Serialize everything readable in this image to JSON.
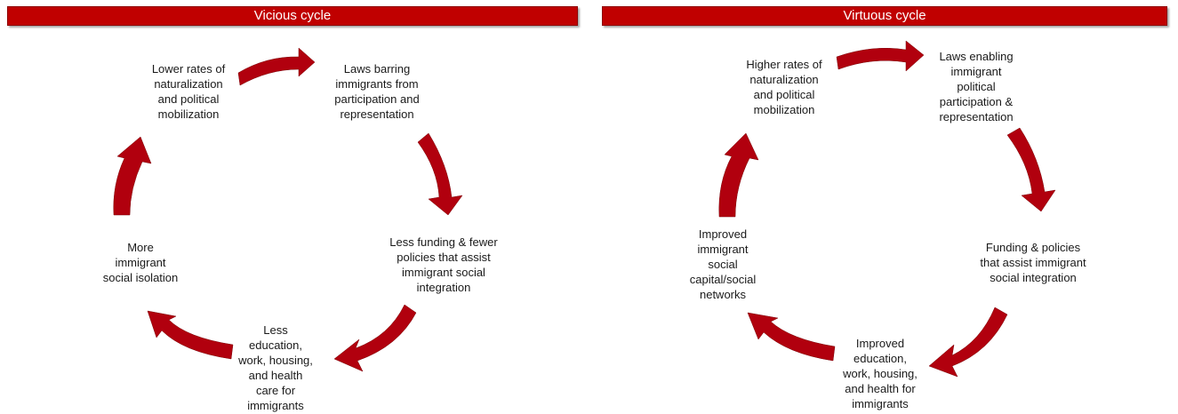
{
  "colors": {
    "accent": "#b1000e",
    "header_bg": "#c00000",
    "header_text": "#ffffff",
    "text": "#1a1a1a"
  },
  "vicious": {
    "title": "Vicious  cycle",
    "nodes": {
      "top_left": "Lower rates of\nnaturalization\nand political\nmobilization",
      "top_right": "Laws barring\nimmigrants from\nparticipation and\nrepresentation",
      "right": "Less funding & fewer\npolicies that assist\nimmigrant social\nintegration",
      "bottom": "Less\neducation,\nwork, housing,\nand health\ncare for\nimmigrants",
      "left": "More\nimmigrant\nsocial isolation"
    }
  },
  "virtuous": {
    "title": "Virtuous cycle",
    "nodes": {
      "top_left": "Higher rates of\nnaturalization\nand political\nmobilization",
      "top_right": "Laws enabling\nimmigrant\npolitical\nparticipation &\nrepresentation",
      "right": "Funding & policies\nthat assist immigrant\nsocial integration",
      "bottom": "Improved\neducation,\nwork, housing,\nand health for\nimmigrants",
      "left": "Improved\nimmigrant\nsocial\ncapital/social\nnetworks"
    }
  },
  "arrow_icon": "curved-arrow-icon"
}
